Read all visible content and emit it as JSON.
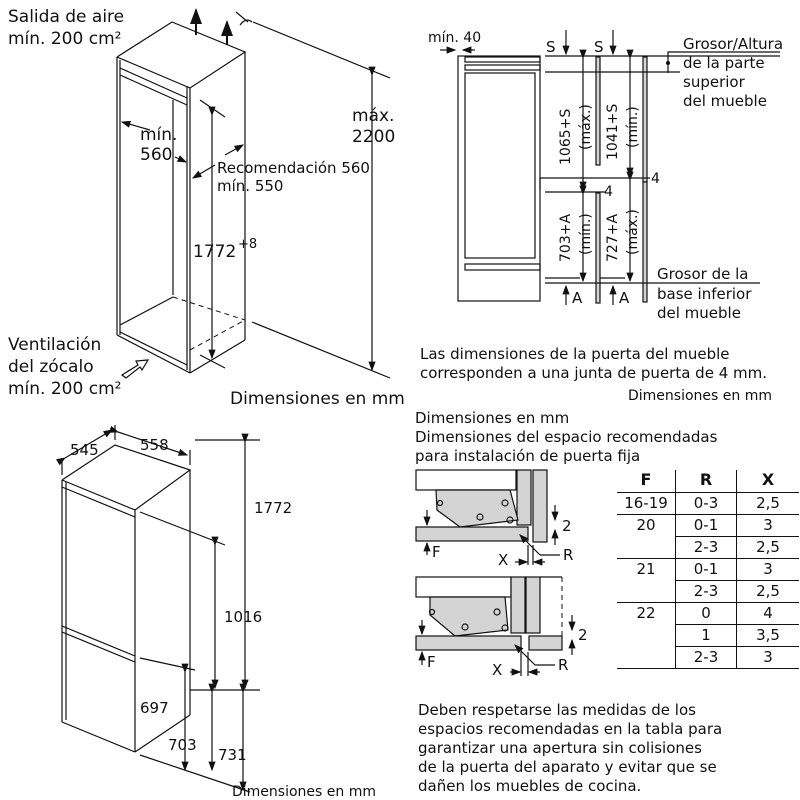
{
  "top_left": {
    "air_outlet": [
      "Salida de aire",
      "mín. 200 cm²"
    ],
    "min_width": [
      "mín.",
      "560"
    ],
    "depth": [
      "Recomendación 560",
      "mín. 550"
    ],
    "niche_height": "1772",
    "niche_height_tol": "+8",
    "max_height": [
      "máx.",
      "2200"
    ],
    "plinth_vent": [
      "Ventilación",
      "del zócalo",
      "mín. 200 cm²"
    ],
    "units": "Dimensiones en mm"
  },
  "top_right": {
    "min_gap": "mín. 40",
    "s_label": "S",
    "a_label": "A",
    "top_thickness": [
      "Grosor/Altura",
      "de la parte",
      "superior",
      "del mueble"
    ],
    "base_thickness": [
      "Grosor de la",
      "base inferior",
      "del mueble"
    ],
    "dim_upper_max": [
      "1065+S",
      "(máx.)"
    ],
    "dim_upper_min": [
      "1041+S",
      "(mín.)"
    ],
    "dim_lower_min": [
      "703+A",
      "(mín.)"
    ],
    "dim_lower_max": [
      "727+A",
      "(máx.)"
    ],
    "gap": "4",
    "note": [
      "Las dimensiones de la puerta del mueble",
      "corresponden a una junta de puerta de 4 mm."
    ],
    "units": "Dimensiones en mm"
  },
  "bottom_left": {
    "depth": "545",
    "width": "558",
    "height": "1772",
    "upper_height": "1016",
    "lower_697": "697",
    "lower_703": "703",
    "lower_731": "731",
    "units": "Dimensiones en mm"
  },
  "bottom_right": {
    "heading": [
      "Dimensiones en mm",
      "Dimensiones del espacio recomendadas",
      "para instalación de puerta fija"
    ],
    "labels": {
      "f": "F",
      "x": "X",
      "r": "R",
      "gap": "2"
    },
    "table": {
      "headers": [
        "F",
        "R",
        "X"
      ],
      "rows": [
        [
          "16-19",
          "0-3",
          "2,5"
        ],
        [
          "20",
          "0-1",
          "3"
        ],
        [
          "",
          "2-3",
          "2,5"
        ],
        [
          "21",
          "0-1",
          "3"
        ],
        [
          "",
          "2-3",
          "2,5"
        ],
        [
          "22",
          "0",
          "4"
        ],
        [
          "",
          "1",
          "3,5"
        ],
        [
          "",
          "2-3",
          "3"
        ]
      ]
    },
    "note": [
      "Deben respetarse las medidas de los",
      "espacios recomendadas en la tabla para",
      "garantizar una apertura sin colisiones",
      "de la puerta del aparato y evitar que se",
      "dañen los muebles de cocina."
    ]
  }
}
